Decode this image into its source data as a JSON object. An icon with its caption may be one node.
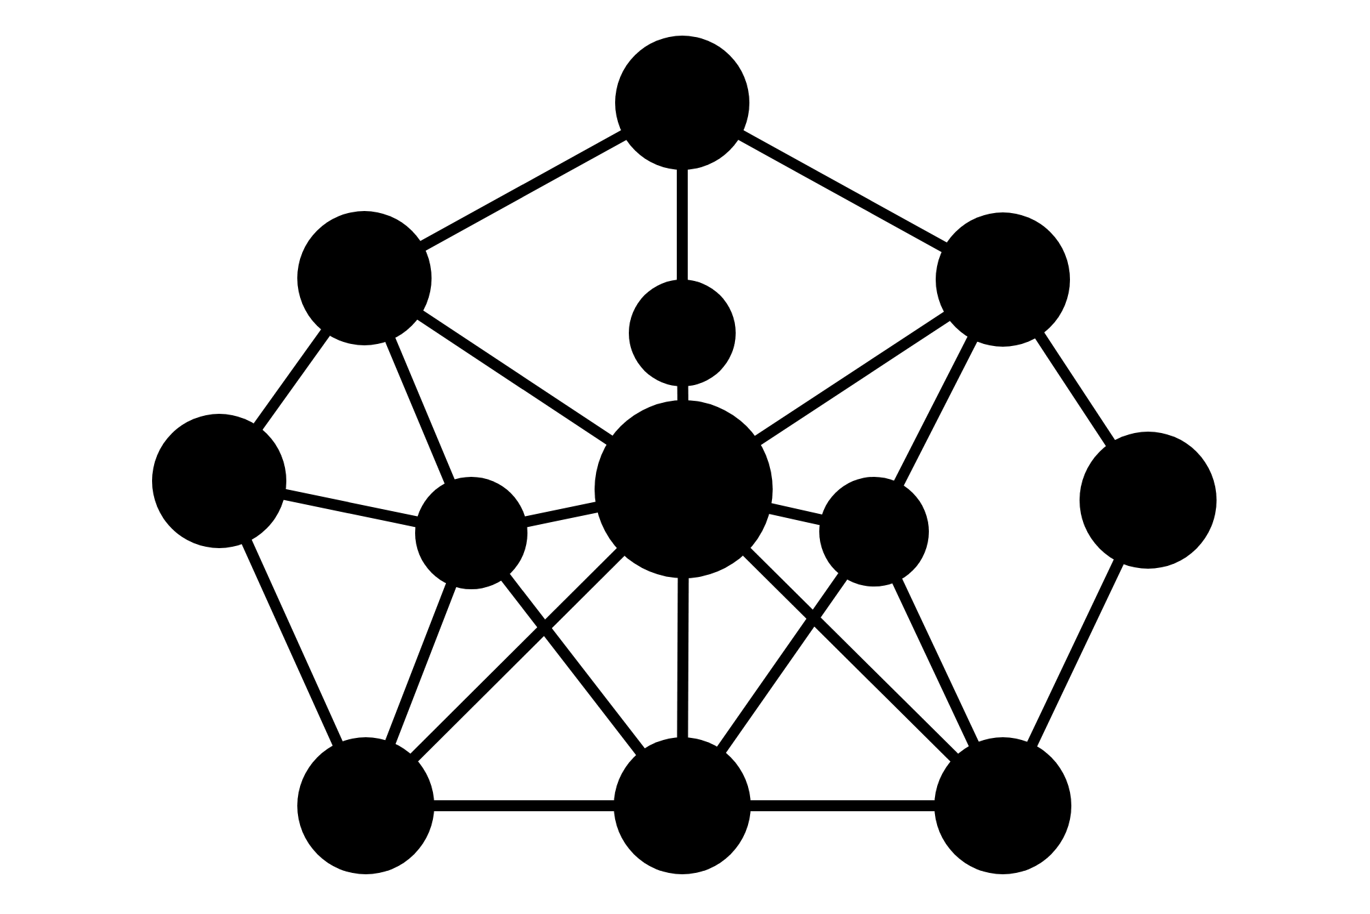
{
  "diagram": {
    "nodes": [
      {
        "text": [],
        "shape": "circle"
      },
      {
        "text": [],
        "shape": "circle"
      },
      {
        "text": [],
        "shape": "circle"
      },
      {
        "text": [],
        "shape": "circle"
      },
      {
        "text": [],
        "shape": "circle"
      },
      {
        "text": [],
        "shape": "circle"
      },
      {
        "text": [],
        "shape": "circle"
      },
      {
        "text": [],
        "shape": "circle"
      },
      {
        "text": [],
        "shape": "circle"
      },
      {
        "text": [],
        "shape": "circle"
      },
      {
        "text": [],
        "shape": "circle"
      },
      {
        "text": [],
        "shape": "circle"
      }
    ],
    "edges": [
      {
        "from": 0,
        "to": 1,
        "arrow": "none"
      },
      {
        "from": 0,
        "to": 2,
        "arrow": "none"
      },
      {
        "from": 0,
        "to": 3,
        "arrow": "none"
      },
      {
        "from": 1,
        "to": 4,
        "arrow": "none"
      },
      {
        "from": 1,
        "to": 7,
        "arrow": "none"
      },
      {
        "from": 1,
        "to": 5,
        "arrow": "none"
      },
      {
        "from": 2,
        "to": 5,
        "arrow": "none"
      },
      {
        "from": 2,
        "to": 8,
        "arrow": "none"
      },
      {
        "from": 2,
        "to": 6,
        "arrow": "none"
      },
      {
        "from": 3,
        "to": 5,
        "arrow": "none"
      },
      {
        "from": 4,
        "to": 7,
        "arrow": "none"
      },
      {
        "from": 4,
        "to": 9,
        "arrow": "none"
      },
      {
        "from": 7,
        "to": 5,
        "arrow": "none"
      },
      {
        "from": 5,
        "to": 8,
        "arrow": "none"
      },
      {
        "from": 6,
        "to": 11,
        "arrow": "none"
      },
      {
        "from": 7,
        "to": 9,
        "arrow": "none"
      },
      {
        "from": 7,
        "to": 10,
        "arrow": "none"
      },
      {
        "from": 5,
        "to": 9,
        "arrow": "none"
      },
      {
        "from": 5,
        "to": 10,
        "arrow": "none"
      },
      {
        "from": 5,
        "to": 11,
        "arrow": "none"
      },
      {
        "from": 8,
        "to": 10,
        "arrow": "none"
      },
      {
        "from": 8,
        "to": 11,
        "arrow": "none"
      },
      {
        "from": 9,
        "to": 10,
        "arrow": "none"
      },
      {
        "from": 10,
        "to": 11,
        "arrow": "none"
      }
    ]
  }
}
